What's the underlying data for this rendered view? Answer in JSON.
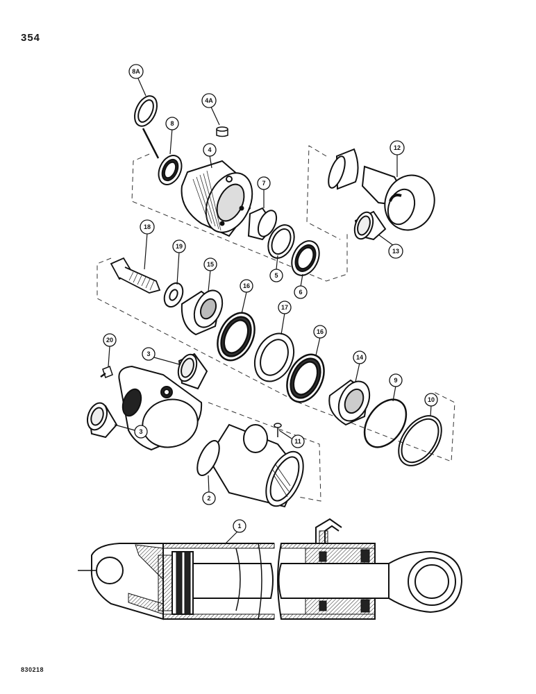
{
  "page_number": "354",
  "figure_code": "830218",
  "callouts": {
    "c8A": "8A",
    "c4A": "4A",
    "c8": "8",
    "c4": "4",
    "c12": "12",
    "c7": "7",
    "c13": "13",
    "c18": "18",
    "c19": "19",
    "c15": "15",
    "c5": "5",
    "c6": "6",
    "c16a": "16",
    "c17": "17",
    "c16b": "16",
    "c20": "20",
    "c3a": "3",
    "c14": "14",
    "c9": "9",
    "c10": "10",
    "c3b": "3",
    "c11": "11",
    "c2": "2",
    "c1": "1"
  }
}
